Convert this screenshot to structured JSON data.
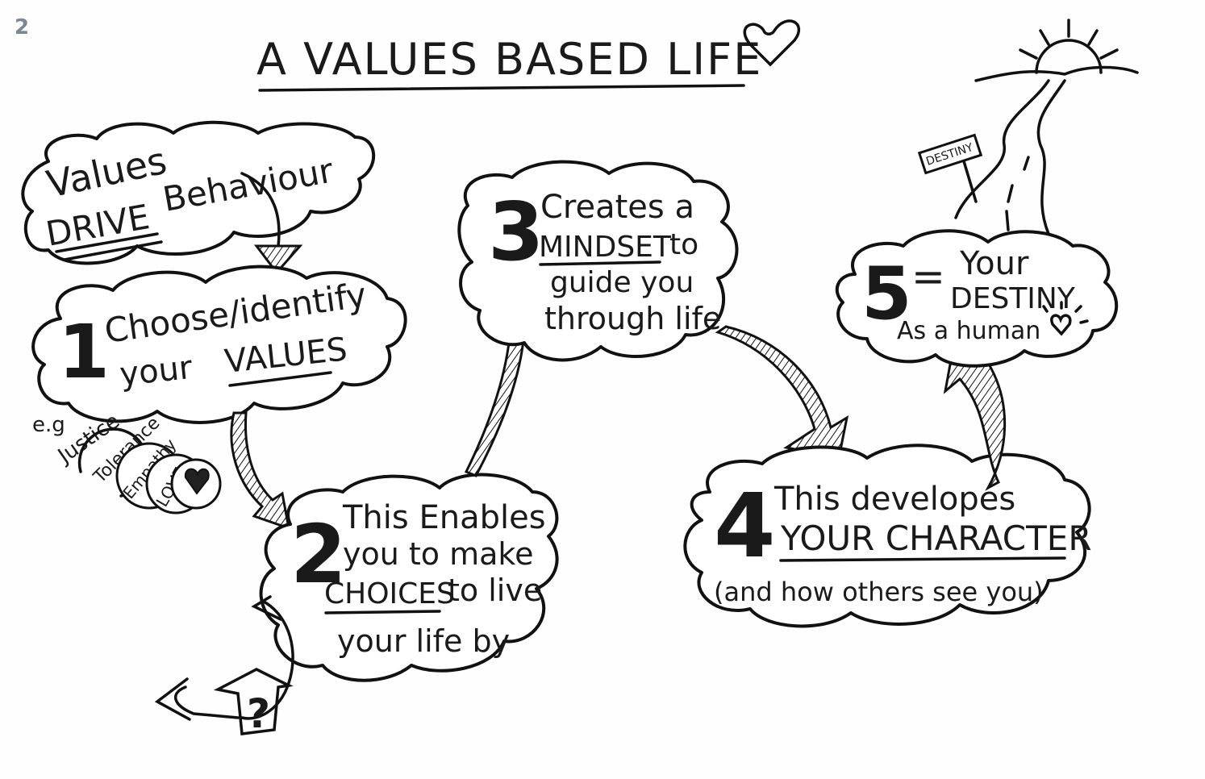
{
  "page_number": "2",
  "title": "A VALUES BASED LIFE",
  "steps": {
    "intro": {
      "line1": "Values",
      "line2a": "DRIVE",
      "line2b": "Behaviour"
    },
    "one": {
      "number": "1",
      "line1": "Choose/identify",
      "line2a": "your",
      "line2b": "VALUES"
    },
    "examples": {
      "eg": "e.g",
      "items": [
        "Justice",
        "Tolerance",
        "Empathy",
        "LOVE"
      ]
    },
    "two": {
      "number": "2",
      "line1": "This Enables",
      "line2": "you to make",
      "line3a": "CHOICES",
      "line3b": "to live",
      "line4": "your life by"
    },
    "three": {
      "number": "3",
      "line1": "Creates a",
      "line2a": "MINDSET",
      "line2b": "to",
      "line3": "guide you",
      "line4": "through life"
    },
    "four": {
      "number": "4",
      "line1": "This developes",
      "line2": "YOUR CHARACTER",
      "line3": "(and how others see you)"
    },
    "five": {
      "number": "5",
      "eq": "=",
      "line1": "Your",
      "line2": "DESTINY",
      "line3": "As a human"
    }
  },
  "destiny_sign": "DESTINY",
  "question_mark": "?"
}
